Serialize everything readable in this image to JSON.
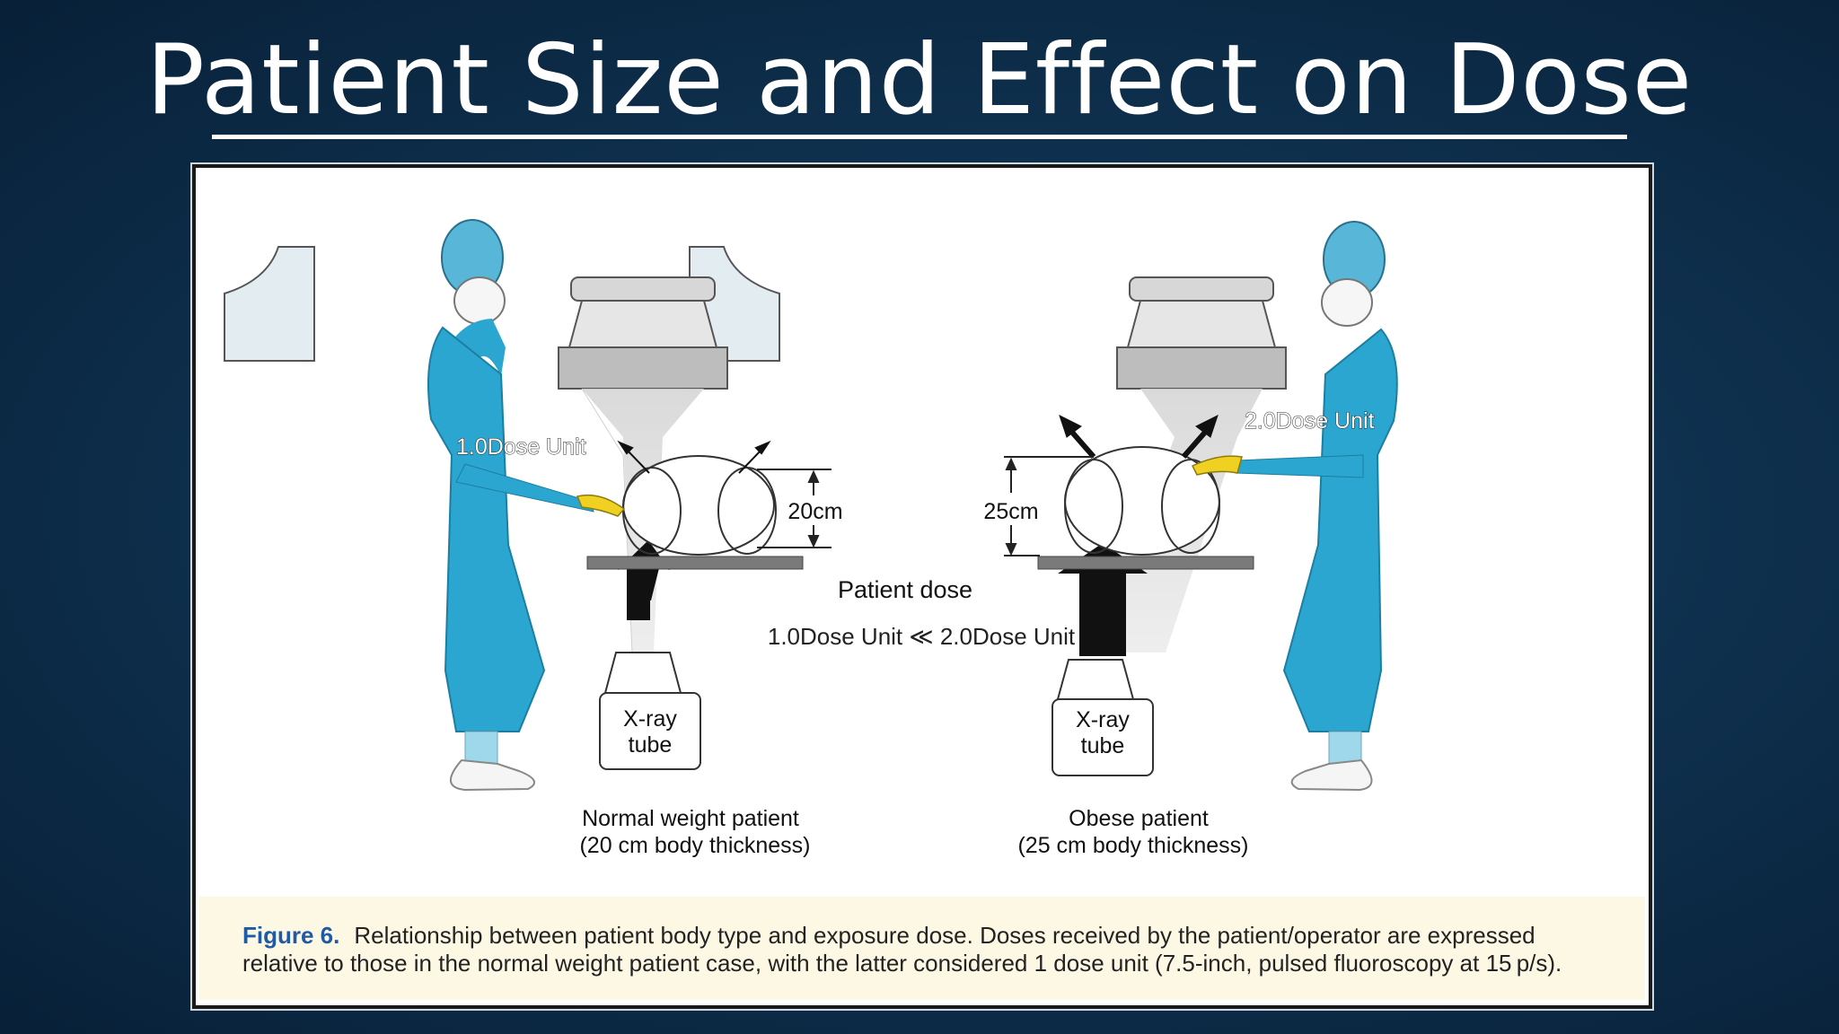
{
  "slide": {
    "title": "Patient Size and Effect on Dose"
  },
  "figure": {
    "left_operator_dose": "1.0Dose Unit",
    "right_operator_dose": "2.0Dose Unit",
    "left_thickness": "20cm",
    "right_thickness": "25cm",
    "patient_dose_heading": "Patient dose",
    "patient_dose_comparison": "1.0Dose Unit ≪ 2.0Dose Unit",
    "left_tube_line1": "X-ray",
    "left_tube_line2": "tube",
    "right_tube_line1": "X-ray",
    "right_tube_line2": "tube",
    "left_patient_line1": "Normal weight patient",
    "left_patient_line2": "(20 cm body thickness)",
    "right_patient_line1": "Obese patient",
    "right_patient_line2": "(25 cm body thickness)",
    "caption_label": "Figure 6.",
    "caption_text": "Relationship between patient body type and exposure dose. Doses received by the patient/operator are expressed relative to those in the normal weight patient case, with the latter considered 1 dose unit (7.5-inch, pulsed fluoroscopy at 15 p/s)."
  },
  "colors": {
    "gown": "#2aa6d0",
    "glove": "#f0d020",
    "table": "#7a7a7a",
    "beam": "#c8c8c8",
    "caption_label": "#1f5aa6"
  }
}
